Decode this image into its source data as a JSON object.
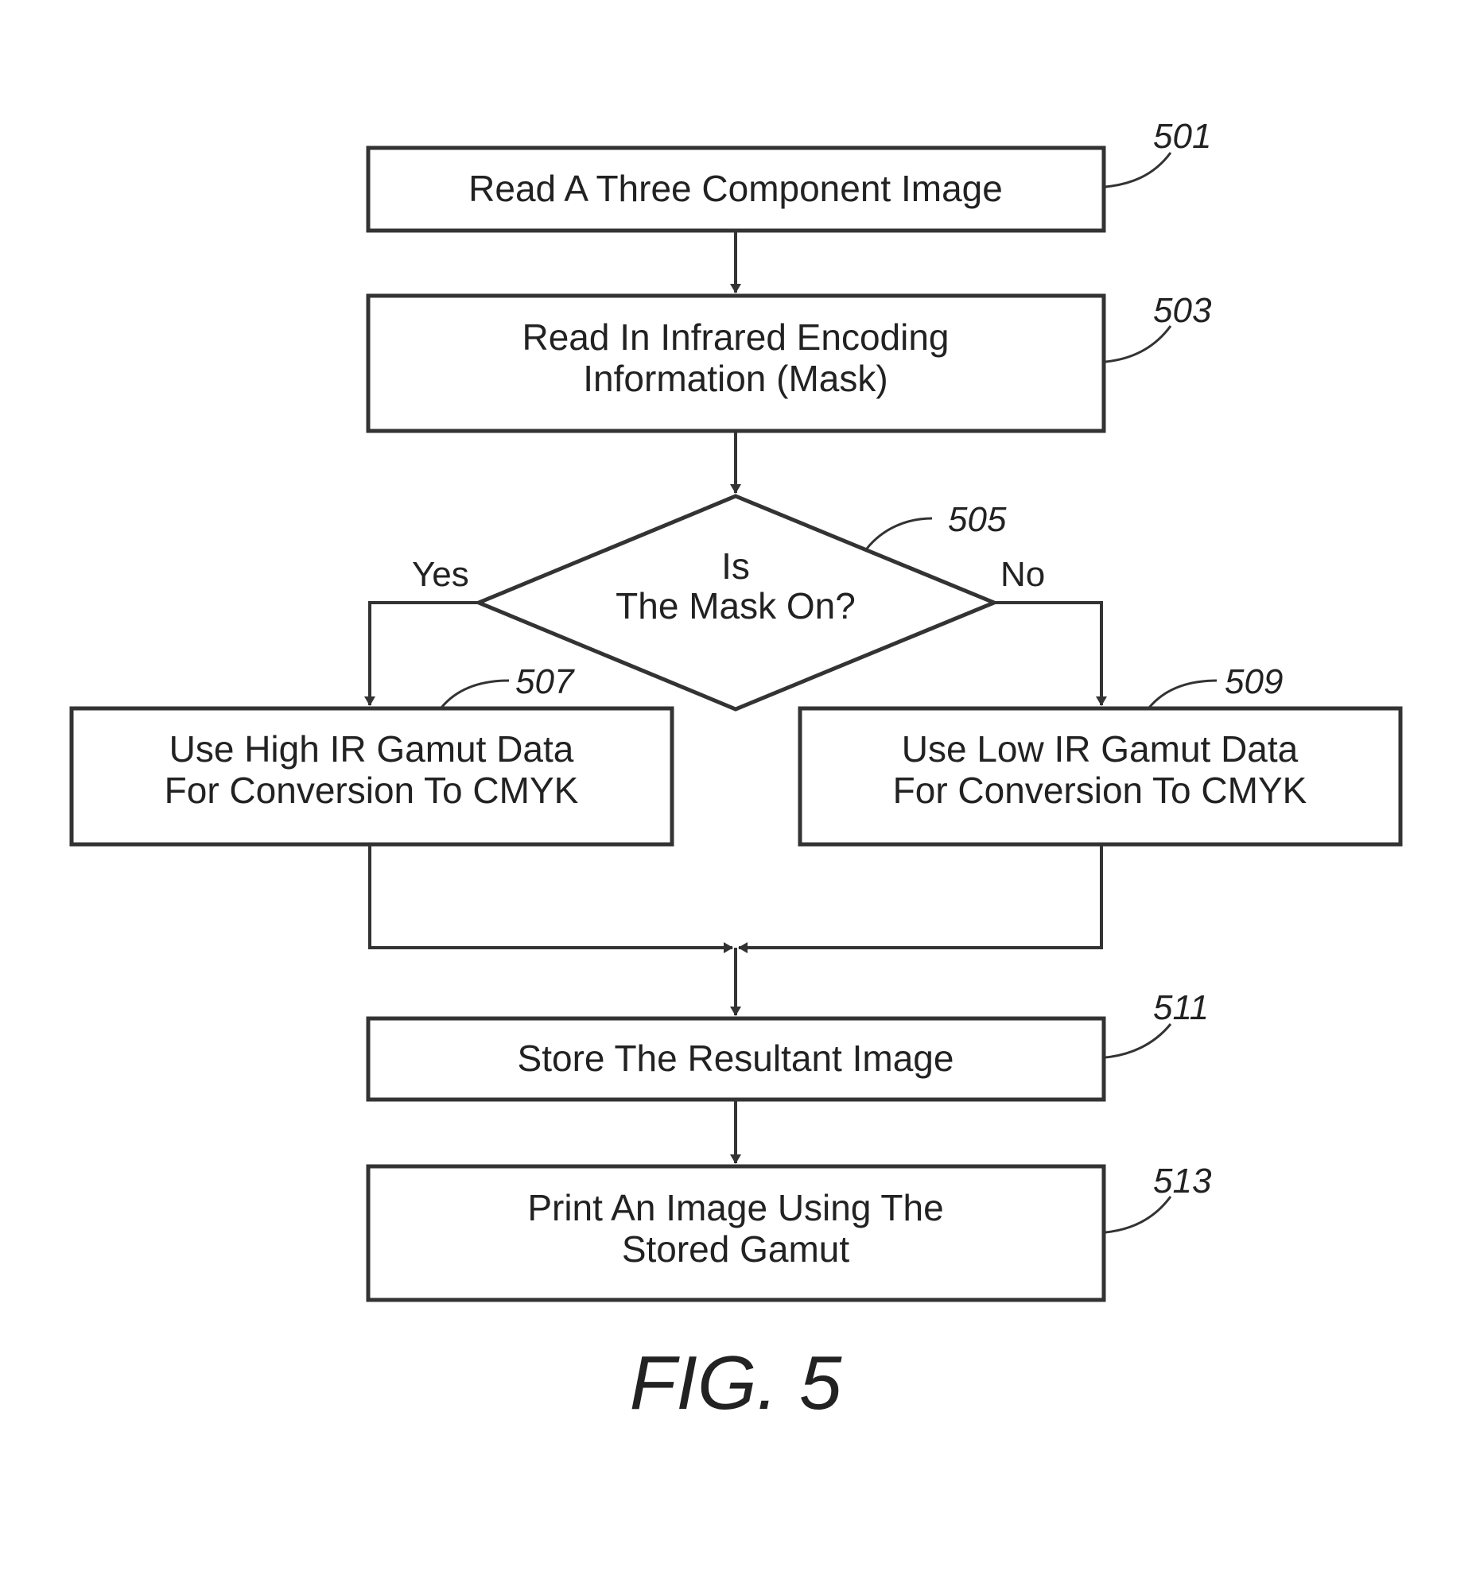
{
  "steps": {
    "s501": {
      "lines": [
        "Read A Three Component Image"
      ],
      "ref": "501"
    },
    "s503": {
      "lines": [
        "Read In Infrared Encoding",
        "Information (Mask)"
      ],
      "ref": "503"
    },
    "s505": {
      "lines": [
        "Is",
        "The Mask On?"
      ],
      "ref": "505"
    },
    "s507": {
      "lines": [
        "Use High IR Gamut Data",
        "For Conversion To CMYK"
      ],
      "ref": "507"
    },
    "s509": {
      "lines": [
        "Use Low IR Gamut Data",
        "For Conversion To CMYK"
      ],
      "ref": "509"
    },
    "s511": {
      "lines": [
        "Store The Resultant Image"
      ],
      "ref": "511"
    },
    "s513": {
      "lines": [
        "Print An Image Using The",
        "Stored Gamut"
      ],
      "ref": "513"
    }
  },
  "branches": {
    "yes": "Yes",
    "no": "No"
  },
  "figure_label": "FIG. 5"
}
